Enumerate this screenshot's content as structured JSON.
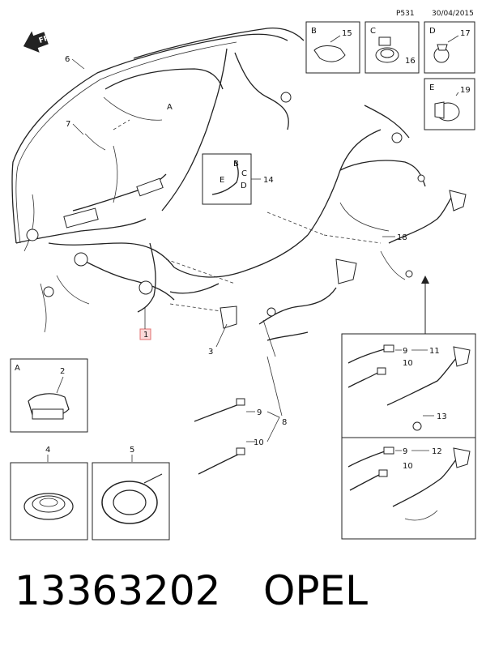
{
  "header": {
    "page_code": "P531",
    "date": "30/04/2015"
  },
  "orientation": {
    "text": "FRT"
  },
  "callouts": {
    "c1": "1",
    "c2": "2",
    "c3": "3",
    "c4": "4",
    "c5": "5",
    "c6": "6",
    "c7": "7",
    "c8": "8",
    "c9a": "9",
    "c9b": "9",
    "c9c": "9",
    "c10a": "10",
    "c10b": "10",
    "c10c": "10",
    "c11": "11",
    "c12": "12",
    "c13": "13",
    "c14": "14",
    "c15": "15",
    "c16": "16",
    "c17": "17",
    "c18": "18",
    "c19": "19"
  },
  "detail_letters": {
    "a_box": "A",
    "b_box": "B",
    "c_box": "C",
    "d_box": "D",
    "e_box": "E",
    "a_main": "A",
    "b_inset": "B",
    "c_inset": "C",
    "d_inset": "D",
    "e_inset": "E"
  },
  "footer": {
    "part_number": "13363202",
    "brand": "OPEL"
  },
  "colors": {
    "highlight_stroke": "#e07070",
    "highlight_fill": "#fbd9d9"
  }
}
